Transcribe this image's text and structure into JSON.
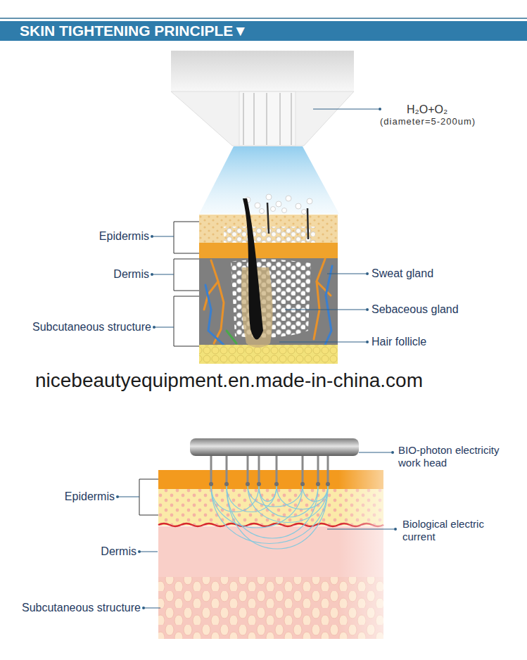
{
  "diagram": {
    "title": "SKIN TIGHTENING PRINCIPLE▼",
    "labels": [
      "H₂O+O₂",
      "(diameter=5-200um)",
      "Epidermis",
      "Dermis",
      "Subcutaneous structure",
      "Sweat gland",
      "Sebaceous gland",
      "Hair follicle",
      "nicebeautyequipment.en.made-in-china.com",
      "Epidermis",
      "Dermis",
      "Subcutaneous structure",
      "BIO-photon electricity work head",
      "Biological electric current"
    ]
  }
}
